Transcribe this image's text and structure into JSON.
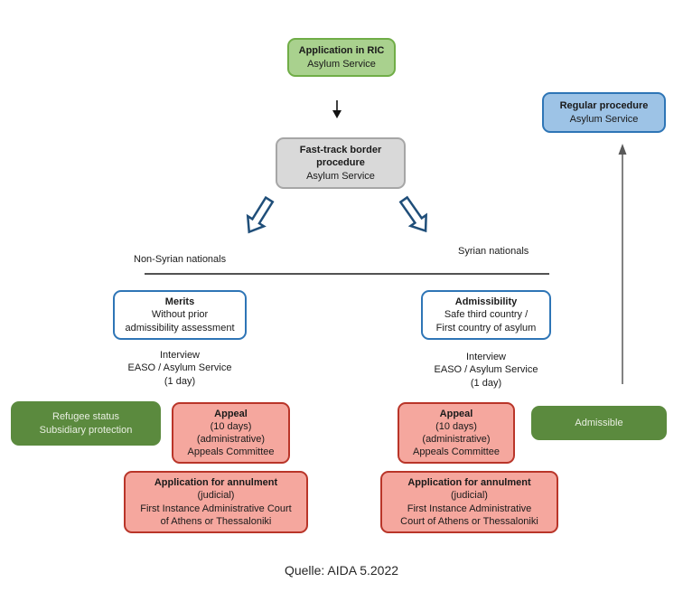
{
  "colors": {
    "light_green_fill": "#A9D18E",
    "green_border": "#70AD47",
    "gray_fill": "#D9D9D9",
    "gray_border": "#A6A6A6",
    "light_blue_fill": "#9DC3E6",
    "blue_border": "#2E75B6",
    "dark_green_fill": "#5B8A3E",
    "red_fill": "#F5A79E",
    "red_border": "#B93529",
    "arrow_blue": "#1F4E79",
    "arrow_gray": "#595959"
  },
  "nodes": {
    "application": {
      "title": "Application in RIC",
      "subtitle": "Asylum Service"
    },
    "fast_track": {
      "title": "Fast-track border procedure",
      "subtitle": "Asylum Service"
    },
    "regular": {
      "title": "Regular procedure",
      "subtitle": "Asylum Service"
    },
    "merits": {
      "title": "Merits",
      "line1": "Without prior",
      "line2": "admissibility assessment"
    },
    "admissibility": {
      "title": "Admissibility",
      "line1": "Safe third country /",
      "line2": "First country of asylum"
    },
    "interview_left": {
      "title": "Interview",
      "line1": "EASO / Asylum Service",
      "line2": "(1 day)"
    },
    "interview_right": {
      "title": "Interview",
      "line1": "EASO / Asylum Service",
      "line2": "(1 day)"
    },
    "refugee_status": {
      "line1": "Refugee status",
      "line2": "Subsidiary protection"
    },
    "appeal_left": {
      "title": "Appeal",
      "line1": "(10 days)",
      "line2": "(administrative)",
      "line3": "Appeals Committee"
    },
    "appeal_right": {
      "title": "Appeal",
      "line1": "(10 days)",
      "line2": "(administrative)",
      "line3": "Appeals Committee"
    },
    "admissible": {
      "label": "Admissible"
    },
    "annulment_left": {
      "title": "Application for annulment",
      "line1": "(judicial)",
      "line2": "First Instance Administrative Court",
      "line3": "of Athens or Thessaloniki"
    },
    "annulment_right": {
      "title": "Application for annulment",
      "line1": "(judicial)",
      "line2": "First Instance Administrative",
      "line3": "Court of Athens or Thessaloniki"
    }
  },
  "labels": {
    "branch_left": "Non-Syrian nationals",
    "branch_right": "Syrian nationals",
    "caption": "Quelle: AIDA 5.2022"
  }
}
